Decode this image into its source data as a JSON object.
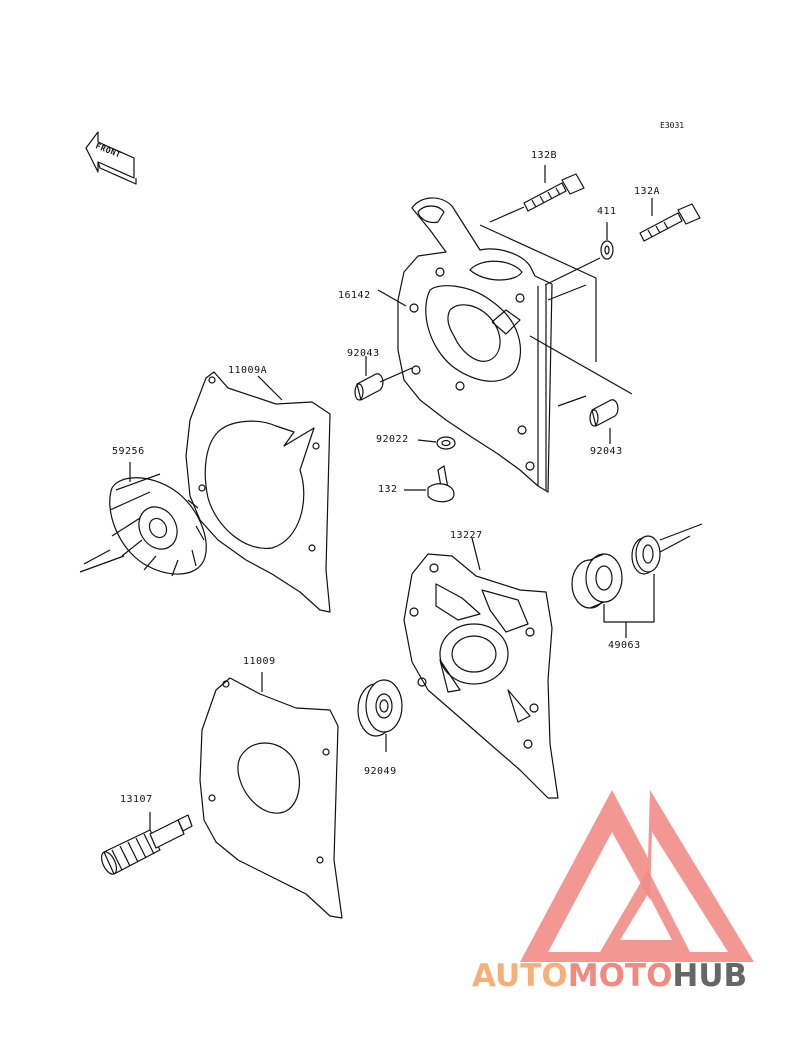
{
  "diagram": {
    "code": "E3031",
    "front_label": "FRONT",
    "parts": {
      "p132B": "132B",
      "p132A": "132A",
      "p411": "411",
      "p16142": "16142",
      "p92043a": "92043",
      "p92043b": "92043",
      "p11009A": "11009A",
      "p92022": "92022",
      "p59256": "59256",
      "p132": "132",
      "p13227": "13227",
      "p49063": "49063",
      "p11009": "11009",
      "p92049": "92049",
      "p13107": "13107"
    }
  },
  "watermark": {
    "auto": "AUTO",
    "moto": "MOTO",
    "hub": "HUB",
    "colors": {
      "orange": "#f5b07a",
      "red": "#f08a80",
      "gray": "#666666",
      "logo": "#f28c86"
    }
  }
}
